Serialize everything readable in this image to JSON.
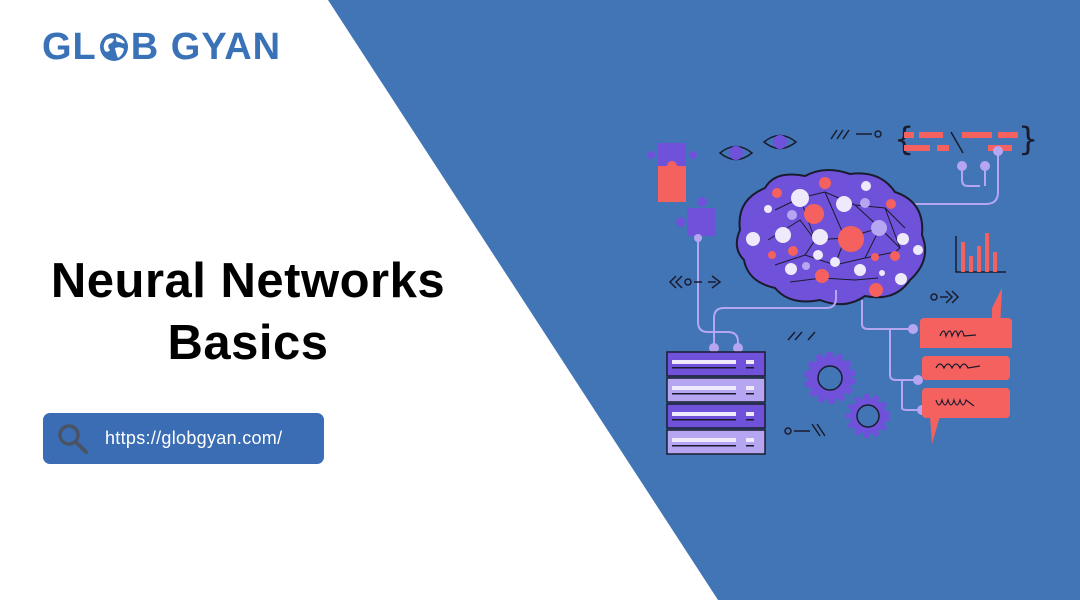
{
  "brand": {
    "name_part1": "GL",
    "name_part2": "B GYAN",
    "full_name": "GLOB GYAN",
    "logo_icon": "globe-icon",
    "color": "#3a72b8"
  },
  "hero": {
    "title_line1": "Neural Networks",
    "title_line2": "Basics"
  },
  "url_bar": {
    "icon": "search-icon",
    "url": "https://globgyan.com/"
  },
  "colors": {
    "background_left": "#ffffff",
    "background_right": "#4275b6",
    "url_pill": "#3a6db3",
    "accent_purple": "#6f52d9",
    "accent_light_purple": "#b6a6f2",
    "accent_coral": "#f4615e"
  },
  "illustration": {
    "subject": "brain-neural-network-illustration",
    "elements": [
      "brain-icon",
      "puzzle-icon",
      "eye-icon",
      "code-bracket-icon",
      "bar-chart-icon",
      "server-stack-icon",
      "gear-icon",
      "chat-bubble-icon"
    ]
  }
}
